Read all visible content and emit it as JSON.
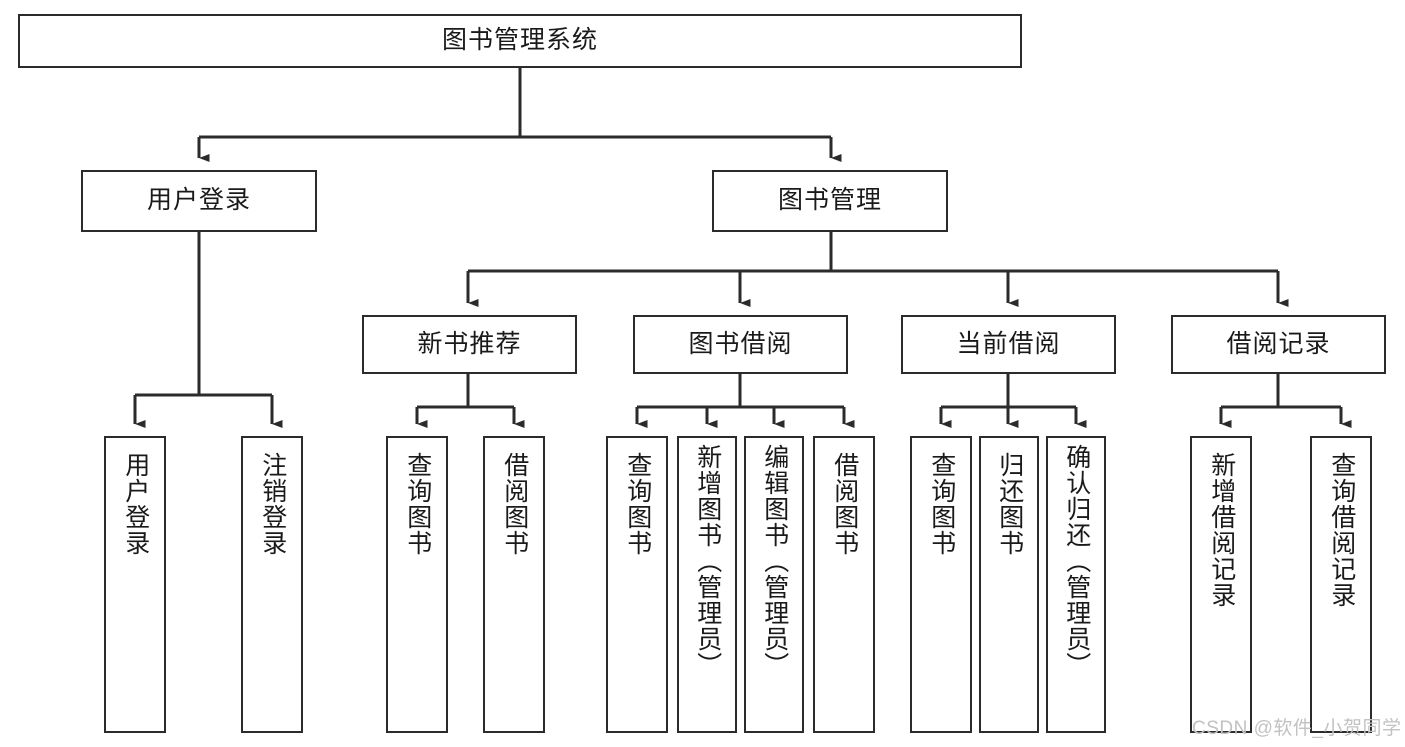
{
  "diagram": {
    "title": "图书管理系统",
    "type": "tree-hierarchy-diagram",
    "watermark": "CSDN @软件_小贺同学",
    "colors": {
      "stroke": "#2b2b2b",
      "fill": "#ffffff",
      "text": "#1a1a1a",
      "watermark": "#c2c2c2"
    },
    "root": {
      "label": "图书管理系统"
    },
    "level2": [
      {
        "label": "用户登录"
      },
      {
        "label": "图书管理"
      }
    ],
    "level3": [
      {
        "label": "新书推荐"
      },
      {
        "label": "图书借阅"
      },
      {
        "label": "当前借阅"
      },
      {
        "label": "借阅记录"
      }
    ],
    "leaves": {
      "user_login": [
        {
          "label": "用户登录"
        },
        {
          "label": "注销登录"
        }
      ],
      "new_book_recommend": [
        {
          "label": "查询图书"
        },
        {
          "label": "借阅图书"
        }
      ],
      "book_borrow": [
        {
          "label": "查询图书"
        },
        {
          "label": "新增图书（管理员）"
        },
        {
          "label": "编辑图书（管理员）"
        },
        {
          "label": "借阅图书"
        }
      ],
      "current_borrow": [
        {
          "label": "查询图书"
        },
        {
          "label": "归还图书"
        },
        {
          "label": "确认归还（管理员）"
        }
      ],
      "borrow_records": [
        {
          "label": "新增借阅记录"
        },
        {
          "label": "查询借阅记录"
        }
      ]
    }
  }
}
